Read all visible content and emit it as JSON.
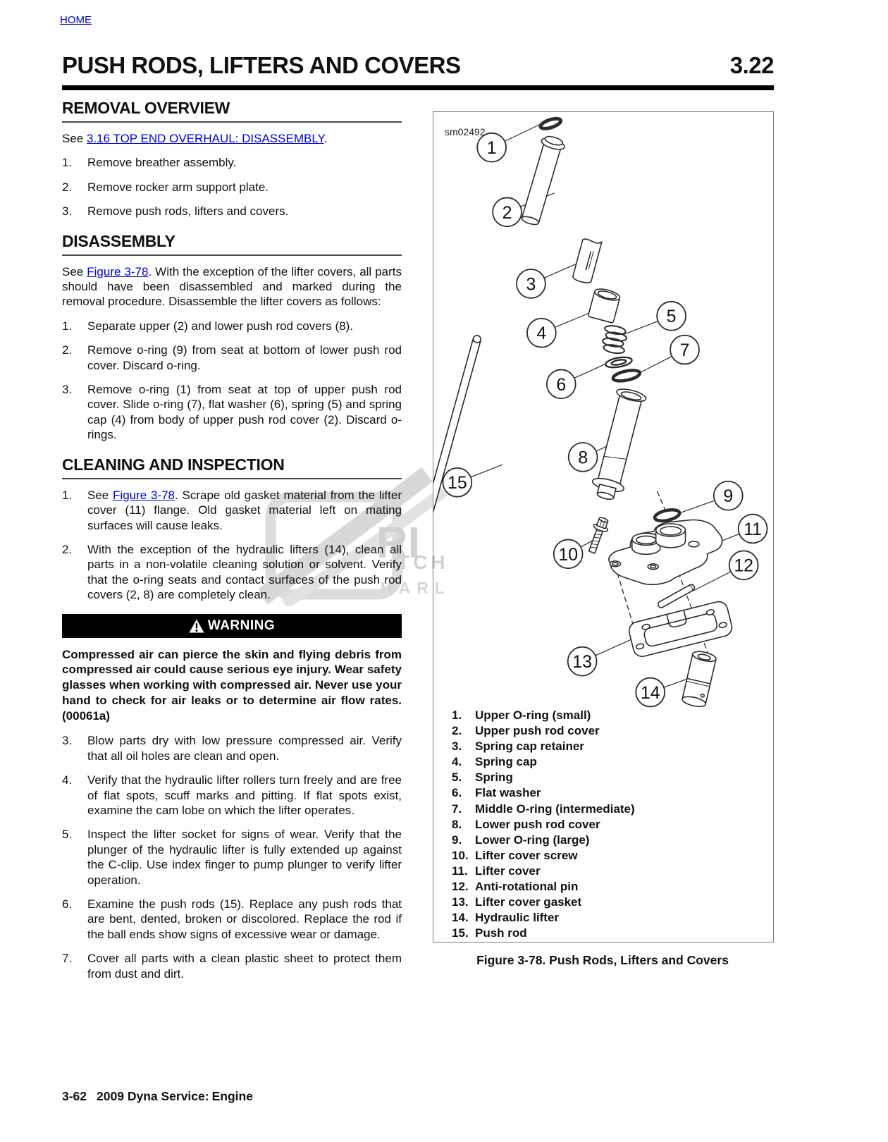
{
  "page": {
    "home": "HOME",
    "title": "PUSH RODS, LIFTERS AND COVERS",
    "section": "3.22",
    "footer_page": "3-62",
    "footer_text": "2009 Dyna Service:",
    "footer_topic": "Engine"
  },
  "removal": {
    "heading": "REMOVAL OVERVIEW",
    "see_pre": "See ",
    "see_link": "3.16 TOP END OVERHAUL: DISASSEMBLY",
    "see_post": ".",
    "steps": [
      {
        "n": "1.",
        "t": "Remove breather assembly."
      },
      {
        "n": "2.",
        "t": "Remove rocker arm support plate."
      },
      {
        "n": "3.",
        "t": "Remove push rods, lifters and covers."
      }
    ]
  },
  "disassembly": {
    "heading": "DISASSEMBLY",
    "intro_pre": "See ",
    "intro_link": "Figure 3-78",
    "intro_post": ". With the exception of the lifter covers, all parts should have been disassembled and marked during the removal procedure. Disassemble the lifter covers as follows:",
    "steps": [
      {
        "n": "1.",
        "t": "Separate upper (2) and lower push rod covers (8)."
      },
      {
        "n": "2.",
        "t": "Remove o-ring (9) from seat at bottom of lower push rod cover. Discard o-ring."
      },
      {
        "n": "3.",
        "t": "Remove o-ring (1) from seat at top of upper push rod cover. Slide o-ring (7), flat washer (6), spring (5) and spring cap (4) from body of upper push rod cover (2). Discard o-rings."
      }
    ]
  },
  "cleaning": {
    "heading": "CLEANING AND INSPECTION",
    "step1": {
      "n": "1.",
      "pre": "See ",
      "link": "Figure 3-78",
      "post": ". Scrape old gasket material from the lifter cover (11) flange. Old gasket material left on mating surfaces will cause leaks."
    },
    "step2": {
      "n": "2.",
      "t": "With the exception of the hydraulic lifters (14), clean all parts in a non-volatile cleaning solution or solvent. Verify that the o-ring seats and contact surfaces of the push rod covers (2, 8) are completely clean."
    }
  },
  "warning": {
    "label": "WARNING",
    "text": "Compressed air can pierce the skin and flying debris from compressed air could cause serious eye injury. Wear safety glasses when working with compressed air. Never use your hand to check for air leaks or to determine air flow rates. (00061a)"
  },
  "inspection_steps": [
    {
      "n": "3.",
      "t": "Blow parts dry with low pressure compressed air. Verify that all oil holes are clean and open."
    },
    {
      "n": "4.",
      "t": "Verify that the hydraulic lifter rollers turn freely and are free of flat spots, scuff marks and pitting. If flat spots exist, examine the cam lobe on which the lifter operates."
    },
    {
      "n": "5.",
      "t": "Inspect the lifter socket for signs of wear. Verify that the plunger of the hydraulic lifter is fully extended up against the C-clip. Use index finger to pump plunger to verify lifter operation."
    },
    {
      "n": "6.",
      "t": "Examine the push rods (15). Replace any push rods that are bent, dented, broken or discolored. Replace the rod if the ball ends show signs of excessive wear or damage."
    },
    {
      "n": "7.",
      "t": "Cover all parts with a clean plastic sheet to protect them from dust and dirt."
    }
  ],
  "figure": {
    "image_code": "sm02492",
    "caption": "Figure 3-78. Push Rods, Lifters and Covers",
    "callouts": [
      "1",
      "2",
      "3",
      "4",
      "5",
      "6",
      "7",
      "8",
      "9",
      "10",
      "11",
      "12",
      "13",
      "14",
      "15"
    ],
    "parts": [
      {
        "n": "1.",
        "t": "Upper O-ring (small)"
      },
      {
        "n": "2.",
        "t": "Upper push rod cover"
      },
      {
        "n": "3.",
        "t": "Spring cap retainer"
      },
      {
        "n": "4.",
        "t": "Spring cap"
      },
      {
        "n": "5.",
        "t": "Spring"
      },
      {
        "n": "6.",
        "t": "Flat washer"
      },
      {
        "n": "7.",
        "t": "Middle O-ring (intermediate)"
      },
      {
        "n": "8.",
        "t": "Lower push rod cover"
      },
      {
        "n": "9.",
        "t": "Lower O-ring (large)"
      },
      {
        "n": "10.",
        "t": "Lifter cover screw"
      },
      {
        "n": "11.",
        "t": "Lifter cover"
      },
      {
        "n": "12.",
        "t": "Anti-rotational pin"
      },
      {
        "n": "13.",
        "t": "Lifter cover gasket"
      },
      {
        "n": "14.",
        "t": "Hydraulic lifter"
      },
      {
        "n": "15.",
        "t": "Push rod"
      }
    ]
  },
  "watermark": {
    "l1": "RI",
    "l2": "TCH",
    "l3": "HARL"
  }
}
